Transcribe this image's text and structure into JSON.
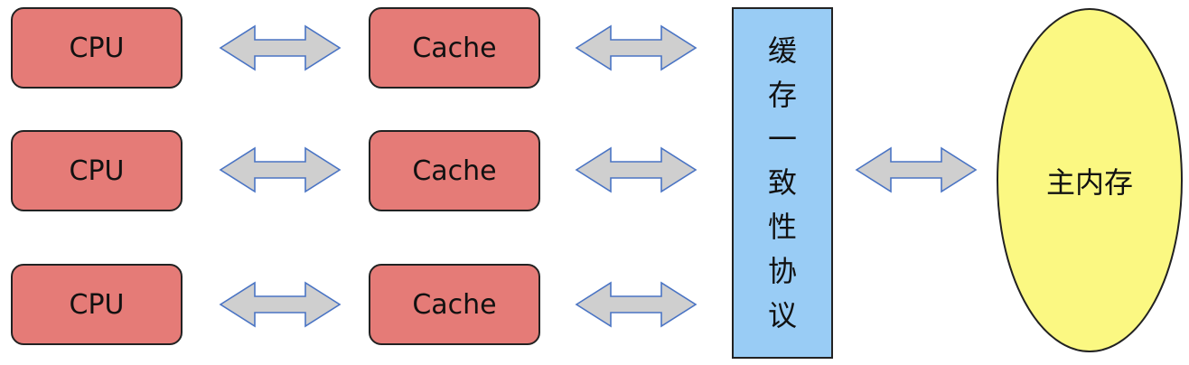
{
  "cpus": [
    {
      "label": "CPU"
    },
    {
      "label": "CPU"
    },
    {
      "label": "CPU"
    }
  ],
  "caches": [
    {
      "label": "Cache"
    },
    {
      "label": "Cache"
    },
    {
      "label": "Cache"
    }
  ],
  "protocol": {
    "chars": [
      "缓",
      "存",
      "一",
      "致",
      "性",
      "协",
      "议"
    ]
  },
  "memory": {
    "label": "主内存"
  },
  "colors": {
    "processor_fill": "#e57b77",
    "protocol_fill": "#99ccf5",
    "memory_fill": "#fbf882",
    "arrow_fill": "#cfcfcf",
    "arrow_stroke": "#4a74c4",
    "border": "#222222"
  },
  "icons": {
    "connector": "double-headed-arrow-icon"
  }
}
